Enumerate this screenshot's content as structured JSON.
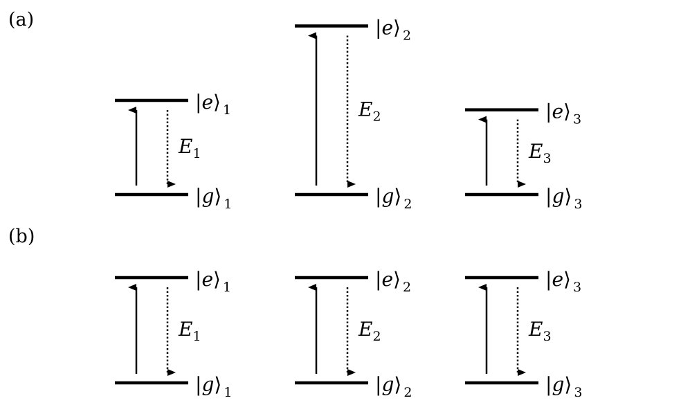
{
  "panels": [
    {
      "label": "(a)",
      "systems": [
        {
          "excited": "e",
          "ground": "g",
          "index": "1",
          "energy": "E",
          "relative_gap": 1.0
        },
        {
          "excited": "e",
          "ground": "g",
          "index": "2",
          "energy": "E",
          "relative_gap": 1.79
        },
        {
          "excited": "e",
          "ground": "g",
          "index": "3",
          "energy": "E",
          "relative_gap": 0.9
        }
      ]
    },
    {
      "label": "(b)",
      "systems": [
        {
          "excited": "e",
          "ground": "g",
          "index": "1",
          "energy": "E",
          "relative_gap": 1.0
        },
        {
          "excited": "e",
          "ground": "g",
          "index": "2",
          "energy": "E",
          "relative_gap": 1.0
        },
        {
          "excited": "e",
          "ground": "g",
          "index": "3",
          "energy": "E",
          "relative_gap": 1.0
        }
      ]
    }
  ],
  "colors": {
    "ink": "#000000",
    "background": "#ffffff"
  }
}
